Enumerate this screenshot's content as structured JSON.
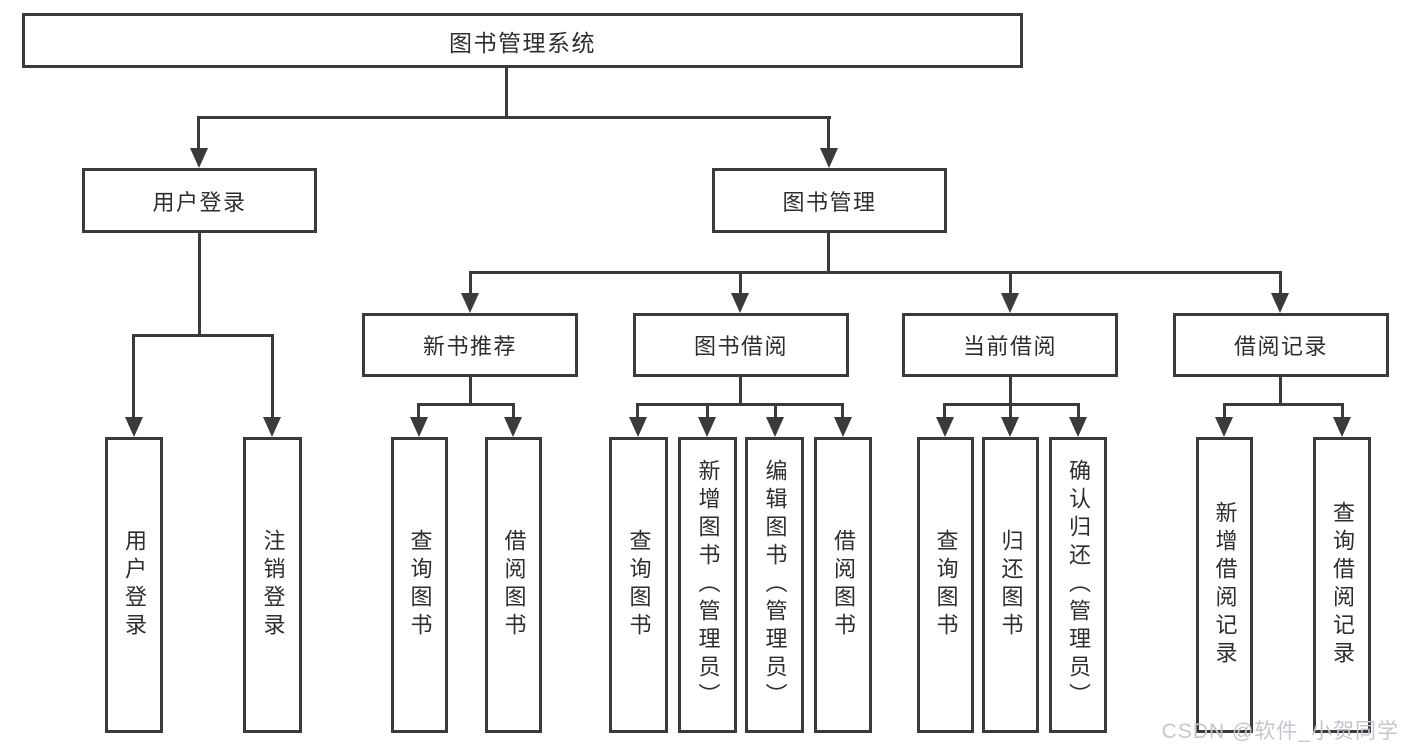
{
  "diagram_title": "图书管理系统",
  "nodes": {
    "root": "图书管理系统",
    "user_login": "用户登录",
    "book_mgmt": "图书管理",
    "new_book_rec": "新书推荐",
    "book_borrow": "图书借阅",
    "current_borrow": "当前借阅",
    "borrow_records": "借阅记录",
    "leaf_user_login": "用户登录",
    "leaf_logout": "注销登录",
    "leaf_nbr_query_book": "查询图书",
    "leaf_nbr_borrow_book": "借阅图书",
    "leaf_bb_query_book": "查询图书",
    "leaf_bb_add_book_admin": "新增图书（管理员）",
    "leaf_bb_edit_book_admin": "编辑图书（管理员）",
    "leaf_bb_borrow_book": "借阅图书",
    "leaf_cb_query_book": "查询图书",
    "leaf_cb_return_book": "归还图书",
    "leaf_cb_confirm_return_admin": "确认归还（管理员）",
    "leaf_br_add_record": "新增借阅记录",
    "leaf_br_query_record": "查询借阅记录"
  },
  "watermark": "CSDN @软件_小贺同学",
  "colors": {
    "line": "#3a3a3a",
    "text": "#2e2e2e",
    "background": "#ffffff",
    "watermark": "#c3c6cd"
  }
}
